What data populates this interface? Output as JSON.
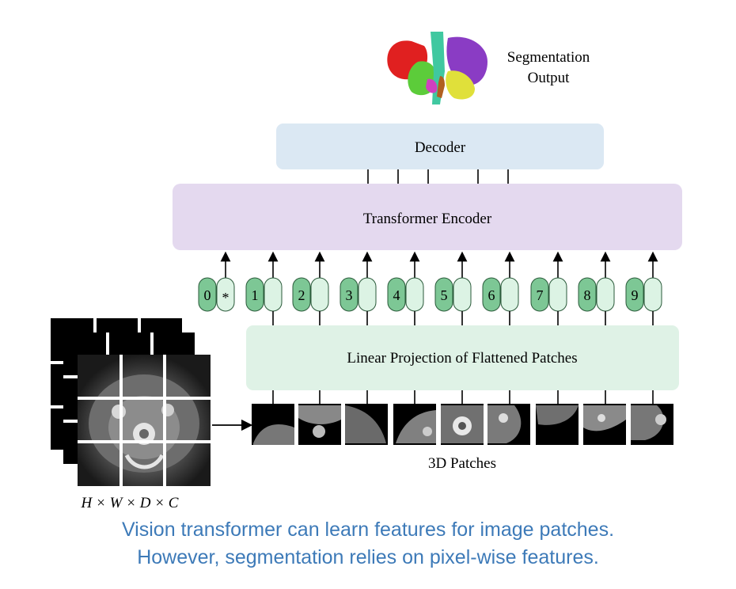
{
  "diagram": {
    "output_label_line1": "Segmentation",
    "output_label_line2": "Output",
    "decoder_label": "Decoder",
    "encoder_label": "Transformer Encoder",
    "projection_label": "Linear Projection of Flattened Patches",
    "patches_label": "3D Patches",
    "input_dims_label": "H × W × D × C",
    "class_token_symbol": "*",
    "tokens": [
      "0",
      "1",
      "2",
      "3",
      "4",
      "5",
      "6",
      "7",
      "8",
      "9"
    ]
  },
  "caption": {
    "line1": "Vision transformer can learn features for image patches.",
    "line2": "However, segmentation relies on pixel-wise features."
  },
  "colors": {
    "decoder_fill": "#dbe8f3",
    "encoder_fill": "#e4d9ef",
    "projection_fill": "#dff2e6",
    "token_dark": "#7dc795",
    "token_light": "#dcf3e4",
    "caption_text": "#3d7ab8"
  }
}
